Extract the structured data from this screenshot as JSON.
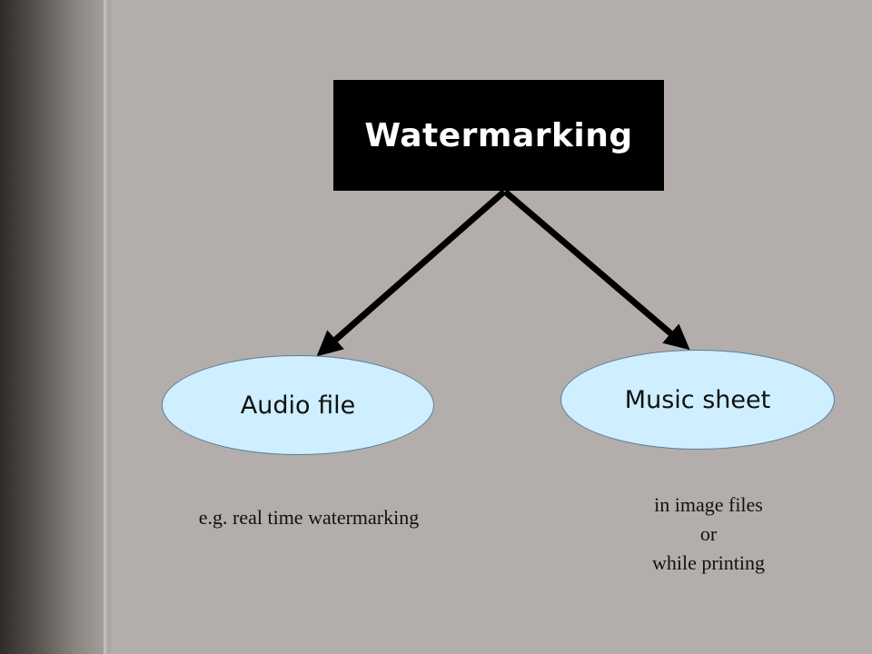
{
  "diagram": {
    "root": {
      "label": "Watermarking"
    },
    "children": [
      {
        "label": "Audio file",
        "note": [
          "e.g. real time watermarking"
        ]
      },
      {
        "label": "Music sheet",
        "note": [
          "in image files",
          "or",
          "while printing"
        ]
      }
    ],
    "colors": {
      "background": "#b3aeab",
      "root_fill": "#000000",
      "root_text": "#ffffff",
      "node_fill": "#cfeeff",
      "arrow": "#000000"
    }
  }
}
